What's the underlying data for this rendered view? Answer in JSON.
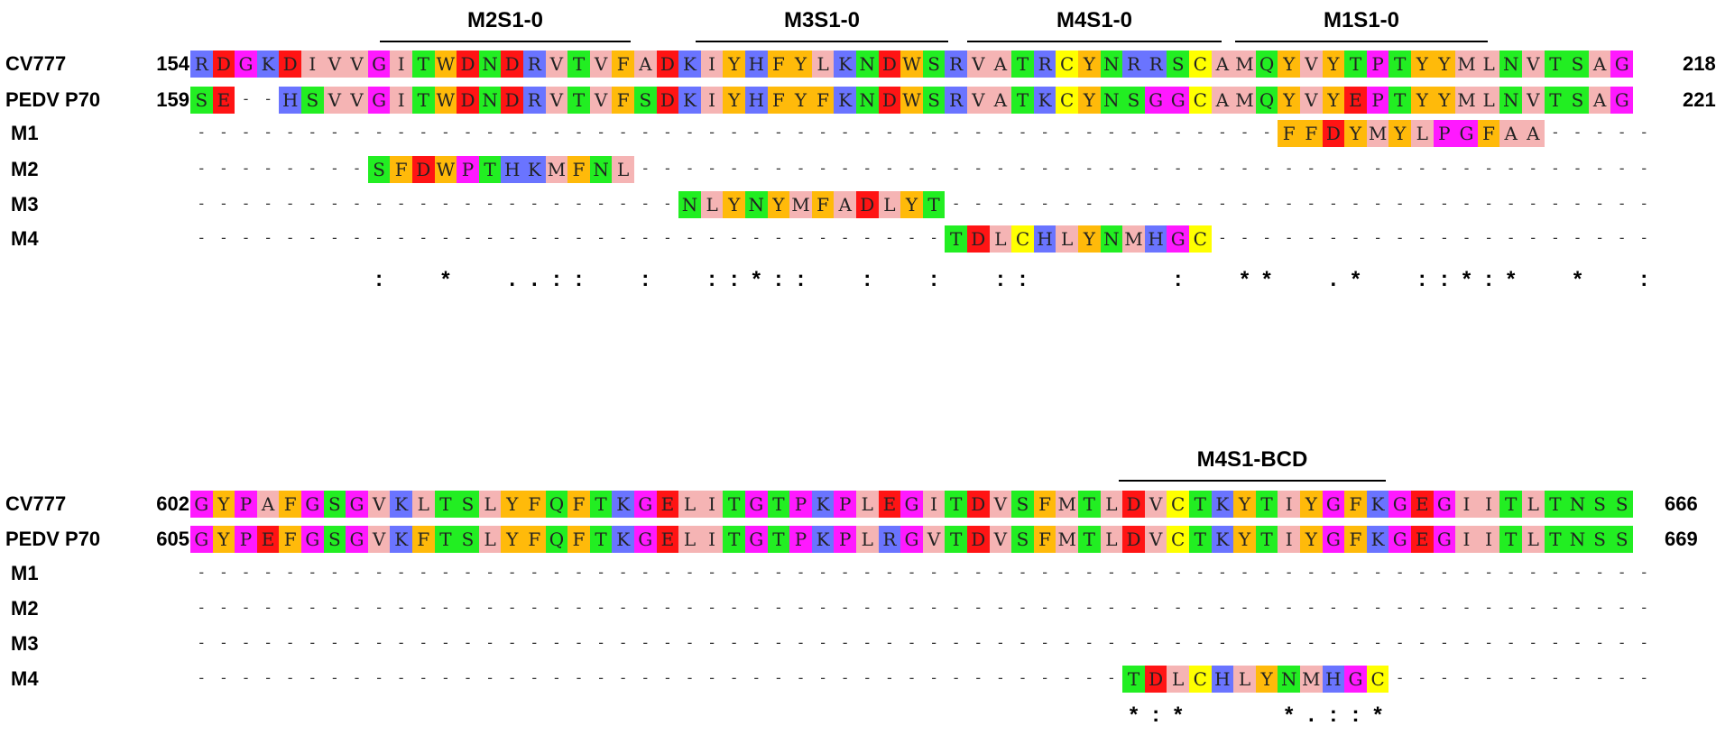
{
  "palette": {
    "R": "#6a74ff",
    "K": "#6a74ff",
    "H": "#6a74ff",
    "D": "#ff1414",
    "E": "#ff1414",
    "G": "#ff19ff",
    "P": "#ff19ff",
    "S": "#22ee22",
    "T": "#22ee22",
    "N": "#22ee22",
    "Q": "#22ee22",
    "C": "#ffff00",
    "F": "#ffba0a",
    "Y": "#ffba0a",
    "W": "#ffba0a",
    "A": "#f5b4b4",
    "V": "#f5b4b4",
    "L": "#f5b4b4",
    "I": "#f5b4b4",
    "M": "#f5b4b4"
  },
  "blocks": [
    {
      "regions": [
        {
          "label": "M2S1-0"
        },
        {
          "label": "M3S1-0"
        },
        {
          "label": "M4S1-0"
        },
        {
          "label": "M1S1-0"
        }
      ],
      "rows": [
        {
          "name": "CV777",
          "start": "154",
          "seq": "RDGKDIVVGITWDNDRVTVFADKIYHFYLKNDWSRVATRCYNRRSCAMQYVYTPTYYMLNVTSAG",
          "end": "218"
        },
        {
          "name": "PEDV P70",
          "start": "159",
          "seq": "SE--HSVVGITWDNDRVTVFSDKIYHFYFKNDWSRVATKCYNSGGCAMQYVYEPTYYMLNVTSAG",
          "end": "221"
        },
        {
          "name": "M1",
          "start": "",
          "seq": "-------------------------------------------------FFDYMYLPGFAA----------------",
          "end": ""
        },
        {
          "name": "M2",
          "start": "",
          "seq": "--------SFDWPTHKMFNL------------------------------------------------------------",
          "end": ""
        },
        {
          "name": "M3",
          "start": "",
          "seq": "----------------------NLYNYMFADLYT------------------------------------------------",
          "end": ""
        },
        {
          "name": "M4",
          "start": "",
          "seq": "----------------------------------TDLCHLYNMHGC----------------------------------------",
          "end": ""
        }
      ],
      "consensus": "        :  *  ..::  :  ::*::  :  :  ::      :  **  .*  ::*:*  *  :        "
    },
    {
      "regions": [
        {
          "label": "M4S1-BCD"
        }
      ],
      "rows": [
        {
          "name": "CV777",
          "start": "602",
          "seq": "GYPAFGSGVKLTSLYFQFTKGELITGTPKPLEGITDVSFMTLDVCTKYTIYGFKGEGIITLTNSS",
          "end": "666"
        },
        {
          "name": "PEDV P70",
          "start": "605",
          "seq": "GYPEFGSGVKFTSLYFQFTKGELITGTPKPLRGVTDVSFMTLDVCTKYTIYGFKGEGIITLTNSS",
          "end": "669"
        },
        {
          "name": "M1",
          "start": "",
          "seq": "-----------------------------------------------------------------------------",
          "end": ""
        },
        {
          "name": "M2",
          "start": "",
          "seq": "-----------------------------------------------------------------------------",
          "end": ""
        },
        {
          "name": "M3",
          "start": "",
          "seq": "-----------------------------------------------------------------------------",
          "end": ""
        },
        {
          "name": "M4",
          "start": "",
          "seq": "------------------------------------------TDLCHLYNMHGC------------------------------",
          "end": ""
        }
      ],
      "consensus": "                                          *:*    *.::*                    "
    }
  ]
}
